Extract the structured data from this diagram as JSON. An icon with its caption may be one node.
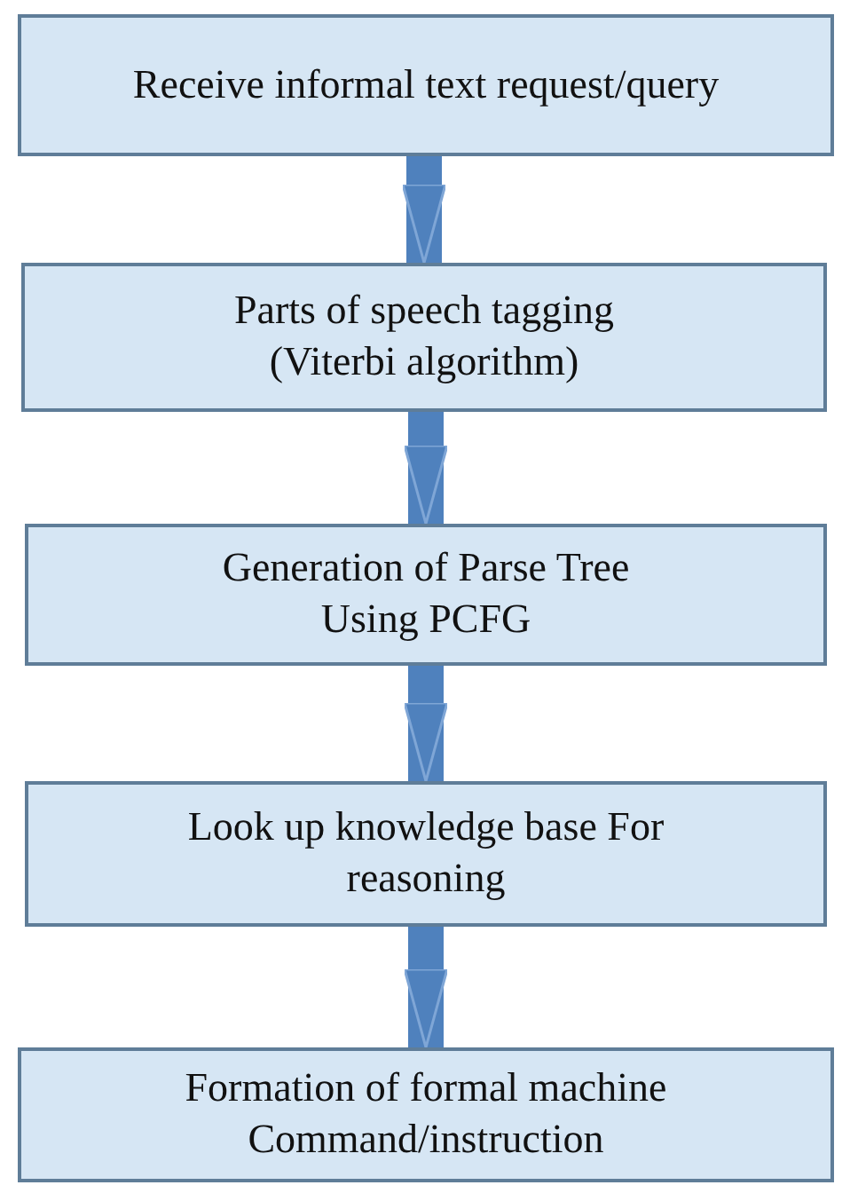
{
  "diagram": {
    "nodes": [
      {
        "text": [
          "Receive informal text request/query"
        ]
      },
      {
        "text": [
          "Parts of speech tagging (Viterbi algorithm)"
        ]
      },
      {
        "text": [
          "Generation of Parse Tree Using PCFG"
        ]
      },
      {
        "text": [
          "Look up knowledge base For reasoning"
        ]
      },
      {
        "text": [
          "Formation of formal machine Command/instruction"
        ]
      }
    ],
    "edges": [
      {
        "from": 0,
        "to": 1,
        "arrow": "to"
      },
      {
        "from": 1,
        "to": 2,
        "arrow": "to"
      },
      {
        "from": 2,
        "to": 3,
        "arrow": "to"
      },
      {
        "from": 3,
        "to": 4,
        "arrow": "to"
      }
    ]
  }
}
